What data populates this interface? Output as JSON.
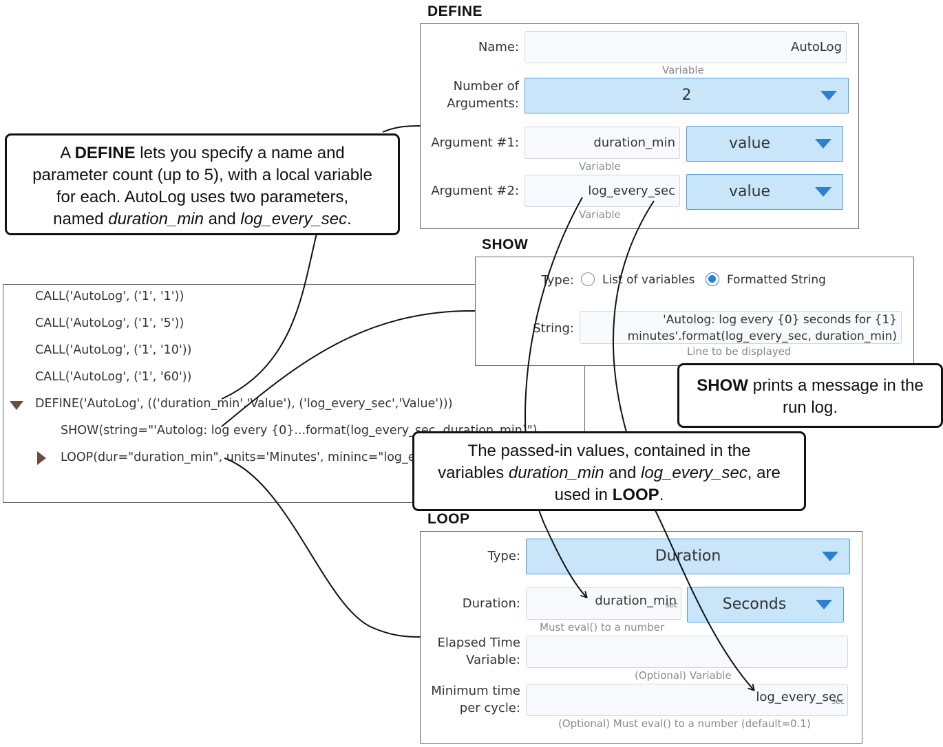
{
  "define": {
    "title": "DEFINE",
    "name_label": "Name:",
    "name_value": "AutoLog",
    "name_hint": "Variable",
    "num_args_label": "Number of Arguments:",
    "num_args_value": "2",
    "arg1_label": "Argument #1:",
    "arg1_value": "duration_min",
    "arg1_hint": "Variable",
    "arg1_type": "value",
    "arg2_label": "Argument #2:",
    "arg2_value": "log_every_sec",
    "arg2_hint": "Variable",
    "arg2_type": "value"
  },
  "show": {
    "title": "SHOW",
    "type_label": "Type:",
    "radio_option_1": "List of variables",
    "radio_option_2": "Formatted String",
    "selected_option": "Formatted String",
    "string_label": "String:",
    "string_line_1": "'Autolog:  log every {0} seconds for {1}",
    "string_line_2": "minutes'.format(log_every_sec, duration_min)",
    "string_hint": "Line to be displayed"
  },
  "loop": {
    "title": "LOOP",
    "type_label": "Type:",
    "type_value": "Duration",
    "duration_label": "Duration:",
    "duration_value": "duration_min",
    "duration_unit": "sec",
    "duration_units_value": "Seconds",
    "duration_hint": "Must eval() to a number",
    "elapsed_label_1": "Elapsed Time",
    "elapsed_label_2": "Variable:",
    "elapsed_value": "",
    "elapsed_hint": "(Optional) Variable",
    "min_time_label_1": "Minimum time",
    "min_time_label_2": "per cycle:",
    "min_time_value": "log_every_sec",
    "min_time_unit": "sec",
    "min_time_hint": "(Optional) Must eval() to a number (default=0.1)"
  },
  "tree": {
    "lines": [
      "CALL('AutoLog', ('1', '1'))",
      "CALL('AutoLog', ('1', '5'))",
      "CALL('AutoLog', ('1', '10'))",
      "CALL('AutoLog', ('1', '60'))",
      "DEFINE('AutoLog', (('duration_min','Value'), ('log_every_sec','Value')))",
      "SHOW(string=\"'Autolog:  log every {0}...format(log_every_sec, duration_min)\")",
      "LOOP(dur=\"duration_min\", units='Minutes', mininc=\"log_every_sec\")"
    ]
  },
  "callouts": {
    "define_l1_a": "A ",
    "define_l1_b": "DEFINE",
    "define_l1_c": " lets you specify a name and",
    "define_l2": "parameter count (up to 5), with a local variable",
    "define_l3": "for each. AutoLog uses two parameters,",
    "define_l4_a": "named ",
    "define_l4_b": "duration_min",
    "define_l4_c": " and ",
    "define_l4_d": "log_every_sec",
    "define_l4_e": ".",
    "show_a": "SHOW",
    "show_b": " prints a message in the",
    "show_c": "run log.",
    "loop_l1": "The passed-in values, contained in the",
    "loop_l2_a": "variables ",
    "loop_l2_b": "duration_min",
    "loop_l2_c": " and ",
    "loop_l2_d": "log_every_sec",
    "loop_l2_e": ", are",
    "loop_l3_a": "used in ",
    "loop_l3_b": "LOOP",
    "loop_l3_c": "."
  },
  "colors": {
    "dropdown_fill": "#c9e5f9",
    "dropdown_border": "#4d9fd8",
    "accent": "#2f7fd1",
    "tree_arrow": "#6b4c40"
  }
}
